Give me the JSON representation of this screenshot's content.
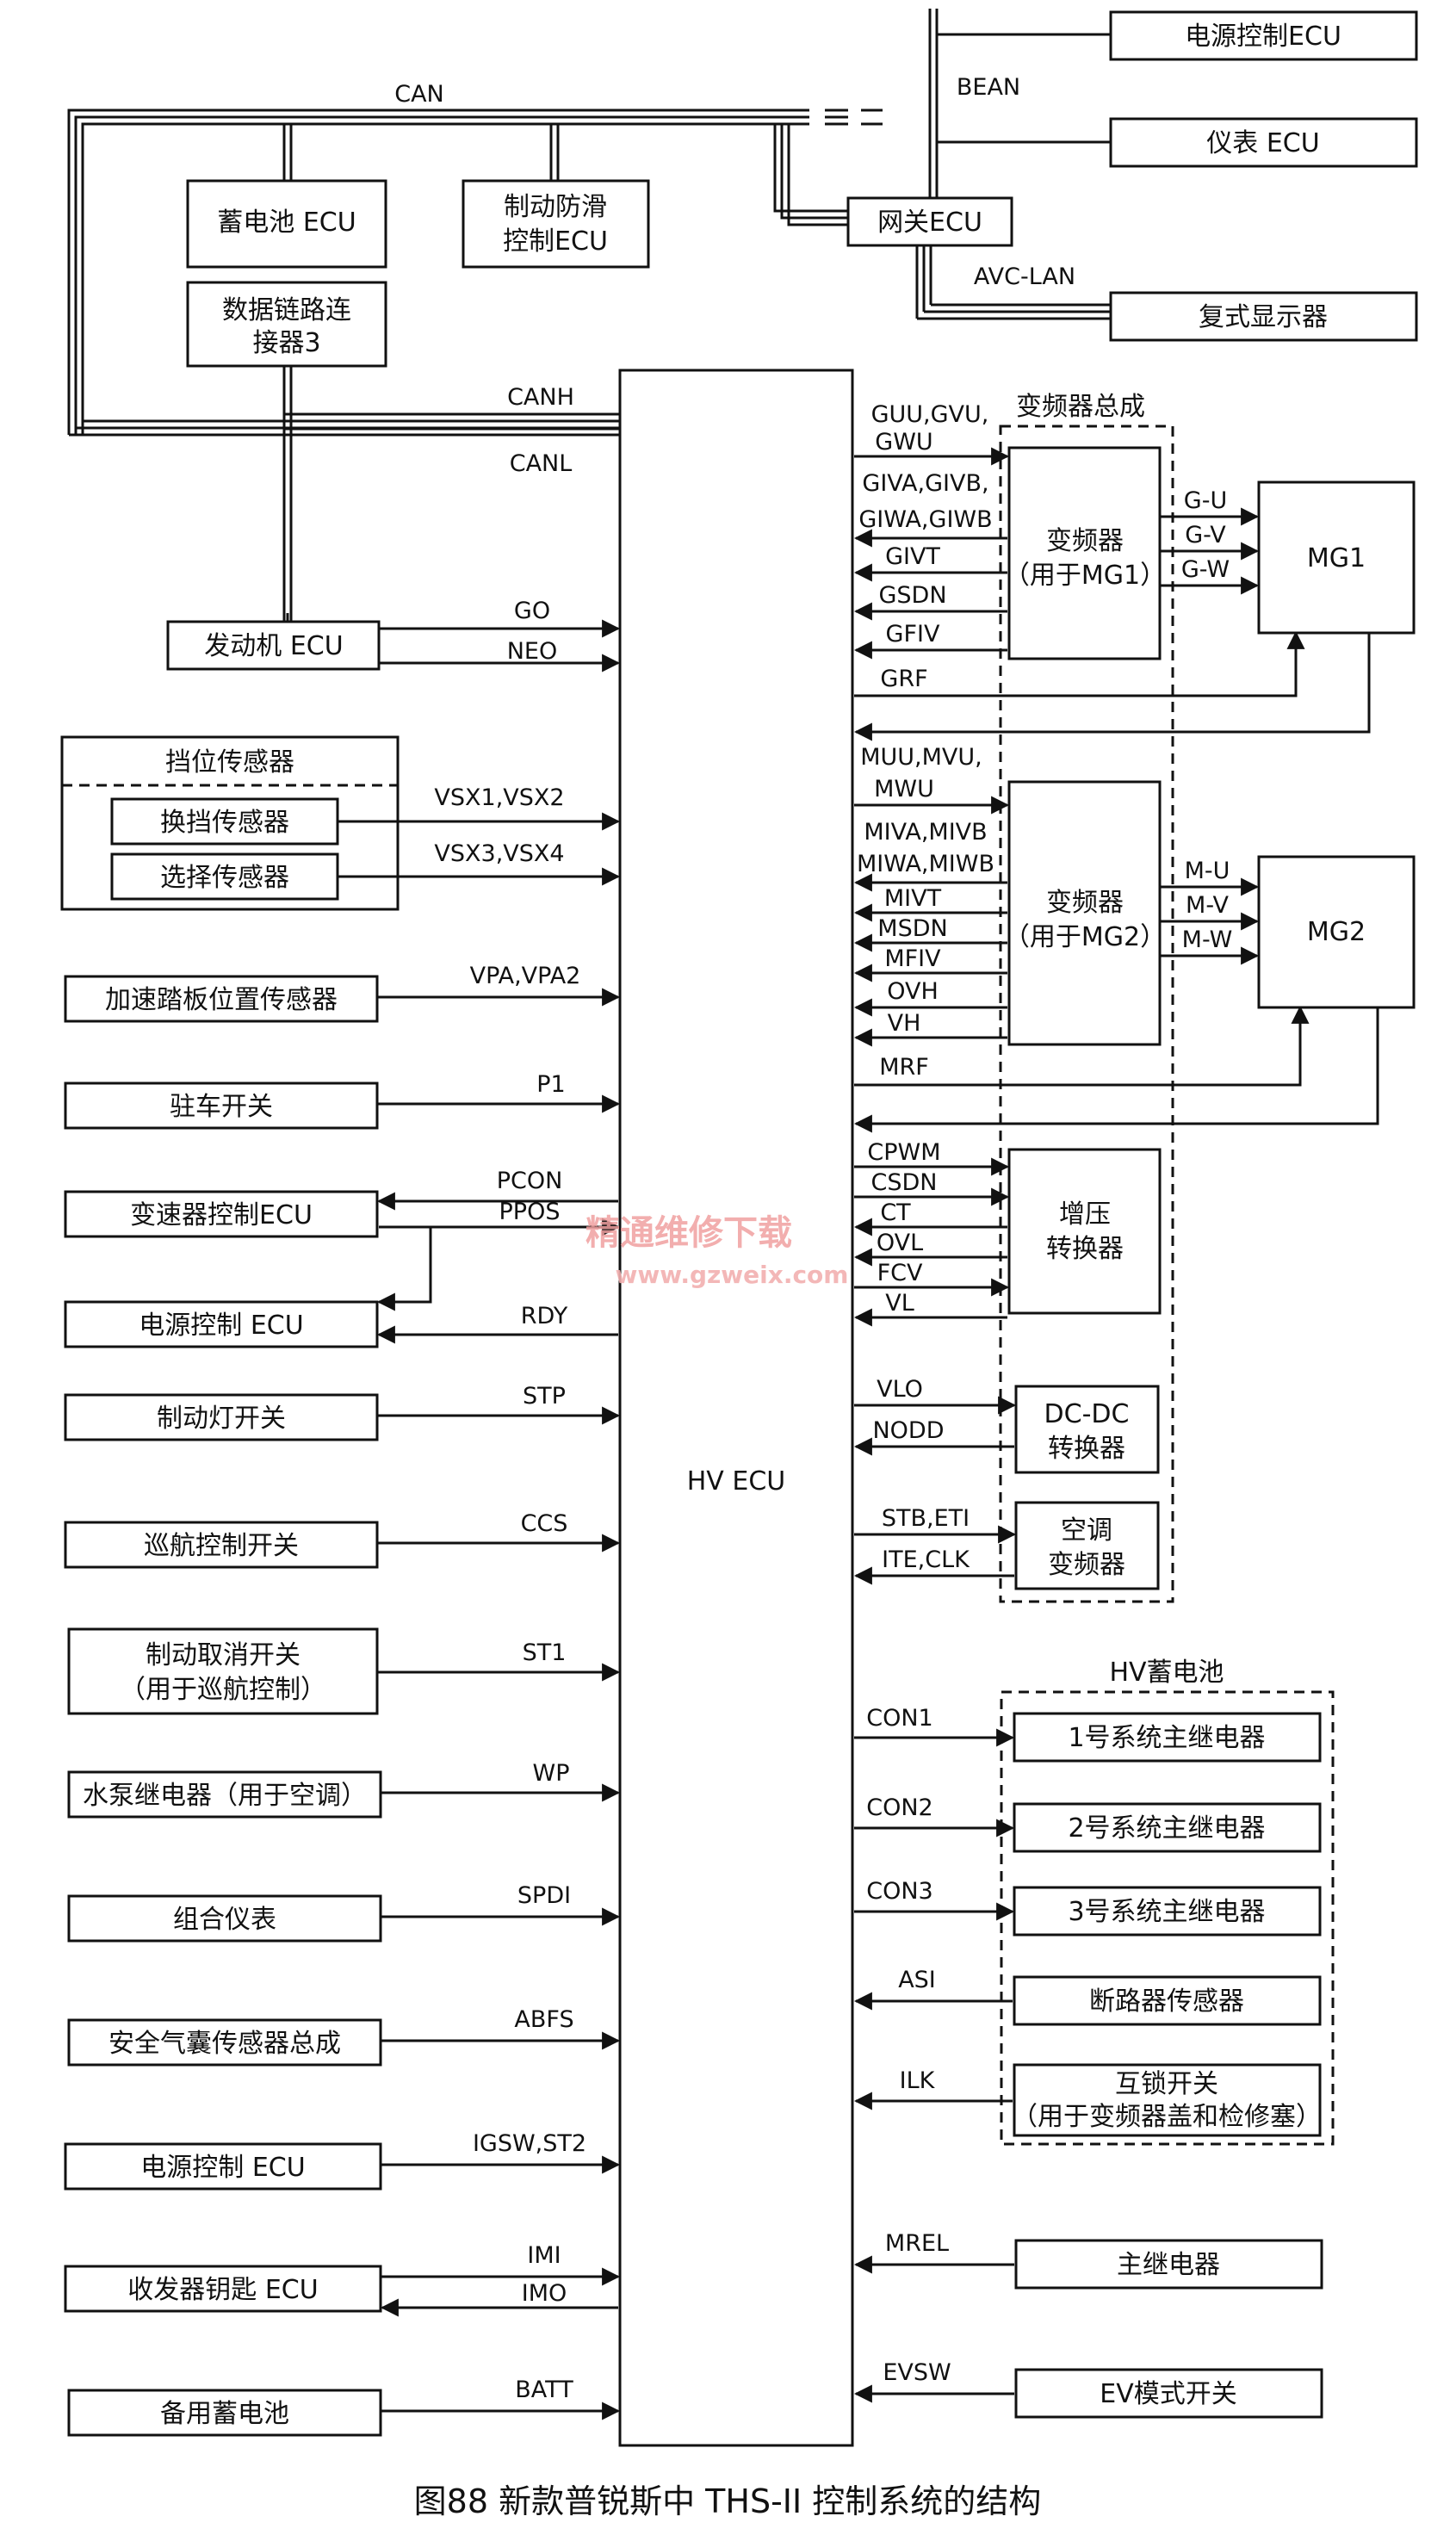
{
  "figure": {
    "caption": "图88   新款普锐斯中 THS-II 控制系统的结构",
    "watermark_cn": "精通维修下载",
    "watermark_url": "www.gzweix.com"
  },
  "hv_ecu": {
    "label": "HV ECU"
  },
  "can_network": {
    "can": "CAN",
    "canh": "CANH",
    "canl": "CANL",
    "bean": "BEAN",
    "avc_lan": "AVC-LAN",
    "battery_ecu": "蓄电池 ECU",
    "abs_ecu_line1": "制动防滑",
    "abs_ecu_line2": "控制ECU",
    "dlc3_line1": "数据链路连",
    "dlc3_line2": "接器3",
    "gateway_ecu": "网关ECU",
    "power_ecu_top": "电源控制ECU",
    "meter_ecu": "仪表 ECU",
    "multi_display": "复式显示器"
  },
  "left_inputs": {
    "engine_ecu": "发动机 ECU",
    "go": "GO",
    "neo": "NEO",
    "shift_group": "挡位传感器",
    "shift_sensor": "换挡传感器",
    "select_sensor": "选择传感器",
    "vsx12": "VSX1,VSX2",
    "vsx34": "VSX3,VSX4",
    "accel_sensor": "加速踏板位置传感器",
    "vpa": "VPA,VPA2",
    "park_switch": "驻车开关",
    "p1": "P1",
    "trans_ecu": "变速器控制ECU",
    "pcon": "PCON",
    "ppos": "PPOS",
    "power_ecu_rdy": "电源控制 ECU",
    "rdy": "RDY",
    "stop_switch": "制动灯开关",
    "stp": "STP",
    "cruise_switch": "巡航控制开关",
    "ccs": "CCS",
    "brake_cancel_line1": "制动取消开关",
    "brake_cancel_line2": "（用于巡航控制）",
    "st1": "ST1",
    "pump_relay": "水泵继电器（用于空调）",
    "wp": "WP",
    "combo_meter": "组合仪表",
    "spdi": "SPDI",
    "airbag": "安全气囊传感器总成",
    "abfs": "ABFS",
    "power_ecu_igsw": "电源控制 ECU",
    "igsw": "IGSW,ST2",
    "transponder": "收发器钥匙 ECU",
    "imi": "IMI",
    "imo": "IMO",
    "aux_battery": "备用蓄电池",
    "batt": "BATT"
  },
  "inverter_assy": {
    "title": "变频器总成",
    "inv1_line1": "变频器",
    "inv1_line2": "（用于MG1）",
    "inv2_line1": "变频器",
    "inv2_line2": "（用于MG2）",
    "boost_line1": "增压",
    "boost_line2": "转换器",
    "dcdc_line1": "DC-DC",
    "dcdc_line2": "转换器",
    "ac_line1": "空调",
    "ac_line2": "变频器",
    "guu_line1": "GUU,GVU,",
    "guu_line2": "GWU",
    "giva_line1": "GIVA,GIVB,",
    "giva_line2": "GIWA,GIWB",
    "givt": "GIVT",
    "gsdn": "GSDN",
    "gfiv": "GFIV",
    "grf": "GRF",
    "muu_line1": "MUU,MVU,",
    "muu_line2": "MWU",
    "miva_line1": "MIVA,MIVB",
    "miva_line2": "MIWA,MIWB",
    "mivt": "MIVT",
    "msdn": "MSDN",
    "mfiv": "MFIV",
    "ovh": "OVH",
    "vh": "VH",
    "mrf": "MRF",
    "cpwm": "CPWM",
    "csdn": "CSDN",
    "ct": "CT",
    "ovl": "OVL",
    "fcv": "FCV",
    "vl": "VL",
    "vlo": "VLO",
    "nodd": "NODD",
    "stb": "STB,ETI",
    "ite": "ITE,CLK"
  },
  "motors": {
    "mg1": "MG1",
    "mg2": "MG2",
    "gu": "G-U",
    "gv": "G-V",
    "gw": "G-W",
    "mu": "M-U",
    "mv": "M-V",
    "mw": "M-W"
  },
  "hv_battery": {
    "title": "HV蓄电池",
    "relay1": "1号系统主继电器",
    "relay2": "2号系统主继电器",
    "relay3": "3号系统主继电器",
    "breaker": "断路器传感器",
    "interlock_line1": "互锁开关",
    "interlock_line2": "（用于变频器盖和检修塞）",
    "con1": "CON1",
    "con2": "CON2",
    "con3": "CON3",
    "asi": "ASI",
    "ilk": "ILK"
  },
  "right_bottom": {
    "main_relay": "主继电器",
    "mrel": "MREL",
    "ev_switch": "EV模式开关",
    "evsw": "EVSW"
  }
}
